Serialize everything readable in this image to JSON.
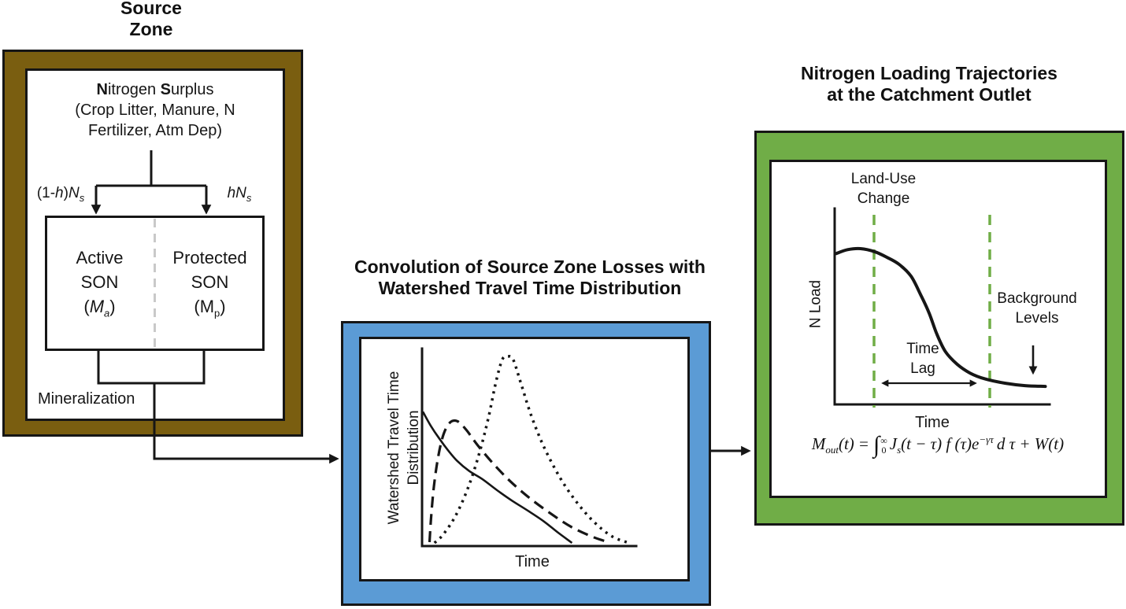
{
  "colors": {
    "brown": "#7A5E10",
    "blue": "#5B9BD5",
    "green": "#70AD47",
    "line": "#161616",
    "divider": "#C9C9C9"
  },
  "source_zone": {
    "title": [
      "Source",
      "Zone"
    ],
    "surplus": {
      "b1": "N",
      "r1": "itrogen ",
      "b2": "S",
      "r2": "urplus",
      "line2": "(Crop Litter, Manure, N",
      "line3": "Fertilizer, Atm Dep)"
    },
    "flux_left": {
      "p1": "(1-",
      "h": "h",
      "p2": ")",
      "N": "N",
      "s": "s"
    },
    "flux_right": {
      "h": "h",
      "N": "N",
      "s": "s"
    },
    "active_pool": {
      "l1": "Active",
      "l2": "SON",
      "p1": "(",
      "M": "M",
      "s": "a",
      "p2": ")"
    },
    "protected_pool": {
      "l1": "Protected",
      "l2": "SON",
      "p1": "(",
      "M": "M",
      "s": "p",
      "p2": ")"
    },
    "mineralization": "Mineralization"
  },
  "convolution": {
    "title": [
      "Convolution of Source Zone Losses with",
      "Watershed Travel Time Distribution"
    ],
    "ylabel": [
      "Watershed Travel Time",
      "Distribution"
    ],
    "xlabel": "Time"
  },
  "outlet": {
    "title": [
      "Nitrogen Loading Trajectories",
      "at the Catchment Outlet"
    ],
    "land_use": [
      "Land-Use",
      "Change"
    ],
    "ylabel": "N Load",
    "xlabel": "Time",
    "time_lag": [
      "Time",
      "Lag"
    ],
    "background": [
      "Background",
      "Levels"
    ],
    "formula": {
      "M": "M",
      "sub_out": "out",
      "arg": "(t)",
      "eq": "=",
      "integral": "∫",
      "upper": "∞",
      "lower": "0",
      "J": "J",
      "sub_s": "s",
      "middle": "(t − τ) f (τ)e",
      "exponent": "−γτ",
      "tail": "d τ + W(t)"
    }
  },
  "chart_data": [
    {
      "type": "line",
      "panel": "convolution",
      "title": "Convolution of Source Zone Losses with Watershed Travel Time Distribution",
      "xlabel": "Time",
      "ylabel": "Watershed Travel Time Distribution",
      "axes_numeric": false,
      "grid": false,
      "legend": false,
      "series": [
        {
          "name": "solid",
          "style": "solid",
          "points": [
            [
              0.004,
              0.68
            ],
            [
              0.04,
              0.61
            ],
            [
              0.08,
              0.545
            ],
            [
              0.12,
              0.487
            ],
            [
              0.165,
              0.43
            ],
            [
              0.22,
              0.38
            ],
            [
              0.28,
              0.34
            ],
            [
              0.35,
              0.283
            ],
            [
              0.42,
              0.23
            ],
            [
              0.5,
              0.175
            ],
            [
              0.57,
              0.124
            ],
            [
              0.635,
              0.068
            ],
            [
              0.7,
              0.016
            ]
          ]
        },
        {
          "name": "dashed",
          "style": "dashed",
          "points": [
            [
              0.035,
              0.02
            ],
            [
              0.042,
              0.14
            ],
            [
              0.055,
              0.3
            ],
            [
              0.075,
              0.45
            ],
            [
              0.1,
              0.565
            ],
            [
              0.13,
              0.625
            ],
            [
              0.165,
              0.632
            ],
            [
              0.205,
              0.59
            ],
            [
              0.26,
              0.51
            ],
            [
              0.33,
              0.42
            ],
            [
              0.41,
              0.33
            ],
            [
              0.5,
              0.245
            ],
            [
              0.6,
              0.165
            ],
            [
              0.7,
              0.095
            ],
            [
              0.8,
              0.045
            ],
            [
              0.87,
              0.02
            ]
          ]
        },
        {
          "name": "dotted",
          "style": "dotted",
          "points": [
            [
              0.058,
              0.016
            ],
            [
              0.1,
              0.06
            ],
            [
              0.16,
              0.16
            ],
            [
              0.22,
              0.31
            ],
            [
              0.27,
              0.48
            ],
            [
              0.31,
              0.65
            ],
            [
              0.345,
              0.83
            ],
            [
              0.375,
              0.945
            ],
            [
              0.4,
              0.96
            ],
            [
              0.425,
              0.945
            ],
            [
              0.46,
              0.83
            ],
            [
              0.51,
              0.66
            ],
            [
              0.57,
              0.5
            ],
            [
              0.645,
              0.345
            ],
            [
              0.72,
              0.225
            ],
            [
              0.8,
              0.125
            ],
            [
              0.885,
              0.05
            ],
            [
              0.965,
              0.016
            ]
          ]
        }
      ]
    },
    {
      "type": "line",
      "panel": "outlet",
      "title": "Nitrogen Loading Trajectories at the Catchment Outlet",
      "xlabel": "Time",
      "ylabel": "N Load",
      "axes_numeric": false,
      "grid": false,
      "legend": false,
      "series": [
        {
          "name": "solid",
          "style": "solid",
          "points": [
            [
              0.007,
              0.77
            ],
            [
              0.06,
              0.79
            ],
            [
              0.12,
              0.795
            ],
            [
              0.185,
              0.78
            ],
            [
              0.245,
              0.75
            ],
            [
              0.3,
              0.715
            ],
            [
              0.355,
              0.655
            ],
            [
              0.4,
              0.56
            ],
            [
              0.44,
              0.465
            ],
            [
              0.475,
              0.36
            ],
            [
              0.515,
              0.27
            ],
            [
              0.57,
              0.205
            ],
            [
              0.63,
              0.16
            ],
            [
              0.7,
              0.13
            ],
            [
              0.795,
              0.108
            ],
            [
              0.885,
              0.096
            ],
            [
              0.98,
              0.092
            ]
          ]
        }
      ],
      "annotations": [
        {
          "type": "vline",
          "x_norm": 0.183,
          "style": "green-dashed",
          "label": "Land-Use Change"
        },
        {
          "type": "vline",
          "x_norm": 0.722,
          "style": "green-dashed"
        },
        {
          "type": "double-arrow",
          "x1_norm": 0.23,
          "x2_norm": 0.66,
          "y_norm": 0.11,
          "label": "Time Lag"
        },
        {
          "type": "down-arrow",
          "x_norm": 0.92,
          "label": "Background Levels"
        }
      ]
    }
  ]
}
